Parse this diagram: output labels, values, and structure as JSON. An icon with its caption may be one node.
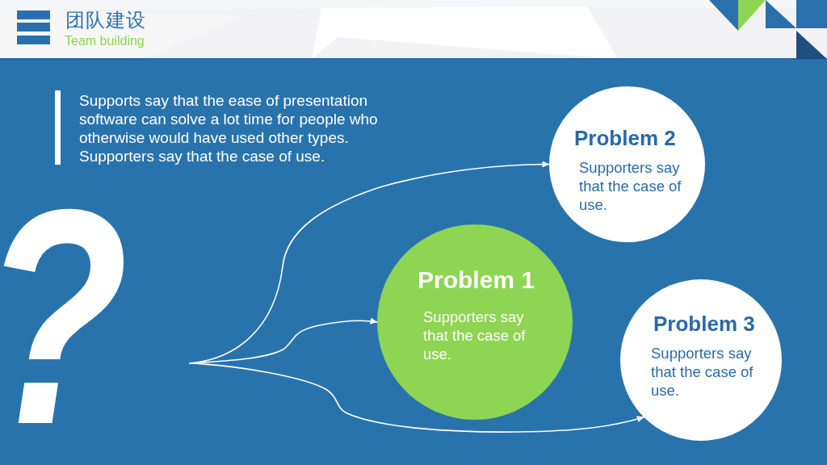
{
  "diagram": {
    "title": "团队建设",
    "nodes": [
      {
        "text": [
          "Problem 2",
          "Supporters say that the case of use."
        ]
      },
      {
        "text": [
          "Problem 1",
          "Supporters say that the case of use."
        ]
      },
      {
        "text": [
          "Problem 3",
          "Supporters say that the case of use."
        ]
      }
    ],
    "edges": [
      {
        "from": null,
        "to": 0,
        "arrow": "to"
      },
      {
        "from": null,
        "to": 1,
        "arrow": "to"
      },
      {
        "from": null,
        "to": 2,
        "arrow": "to"
      }
    ],
    "labels": [
      "Team building",
      "Supports say that the ease of presentation software can solve a lot time for people who otherwise would have used other types. Supporters say that the case of use.",
      "?"
    ]
  }
}
